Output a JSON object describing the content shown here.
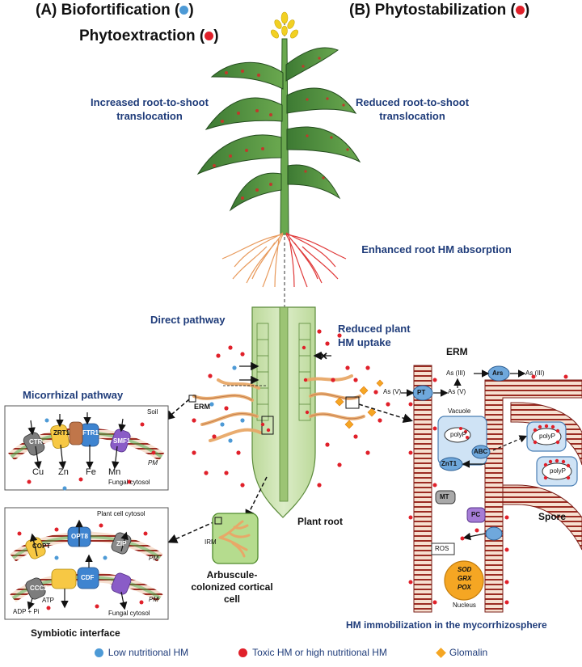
{
  "headers": {
    "a_label": "(A)",
    "a_title": "Biofortification (",
    "a_close": ")",
    "a_sub": "Phytoextraction (",
    "a_sub_close": ")",
    "b_label": "(B)",
    "b_title": "Phytostabilization (",
    "b_close": ")"
  },
  "plant": {
    "left_note": "Increased root-to-shoot translocation",
    "right_note": "Reduced root-to-shoot translocation",
    "root_note": "Enhanced root HM absorption"
  },
  "root": {
    "direct": "Direct pathway",
    "reduced": "Reduced plant HM uptake",
    "erm_small": "ERM",
    "irm": "IRM",
    "plant_root": "Plant root",
    "arbuscule": "Arbuscule-colonized cortical cell"
  },
  "panel_mic": {
    "title": "Micorrhizal pathway",
    "soil": "Soil",
    "pm": "PM",
    "fungal": "Fungal cytosol",
    "transporters": [
      "CTR",
      "ZRT1",
      "FTR1",
      "SMF1"
    ],
    "elements": [
      "Cu",
      "Zn",
      "Fe",
      "Mn"
    ]
  },
  "panel_sym": {
    "plant_cytosol": "Plant cell cytosol",
    "fungal": "Fungal cytosol",
    "pm": "PM",
    "transporters": [
      "COPT",
      "OPT8",
      "ZIP",
      "CCC2",
      "CDF"
    ],
    "atp": "ATP",
    "adp": "ADP + Pi",
    "caption": "Symbiotic interface"
  },
  "panel_erm": {
    "erm": "ERM",
    "as3": "As (III)",
    "as5": "As (V)",
    "as5b": "As (V)",
    "as3b": "As (III)",
    "pt": "PT",
    "ars": "Ars",
    "vacuole": "Vacuole",
    "polyp": "polyP",
    "abc": "ABC",
    "znt1": "ZnT1",
    "mt": "MT",
    "pc": "PC",
    "ros": "ROS",
    "sod": "SOD",
    "grx": "GRX",
    "pox": "POX",
    "nucleus": "Nucleus",
    "spore": "Spore",
    "caption": "HM immobilization in the mycorrhizosphere"
  },
  "legend": {
    "low": "Low nutritional HM",
    "toxic": "Toxic HM or high nutritional HM",
    "glomalin": "Glomalin"
  },
  "colors": {
    "blue_dot": "#4d9ad6",
    "red_dot": "#e0202a",
    "glomalin": "#f5a623",
    "title_blue": "#1f3c7a"
  }
}
